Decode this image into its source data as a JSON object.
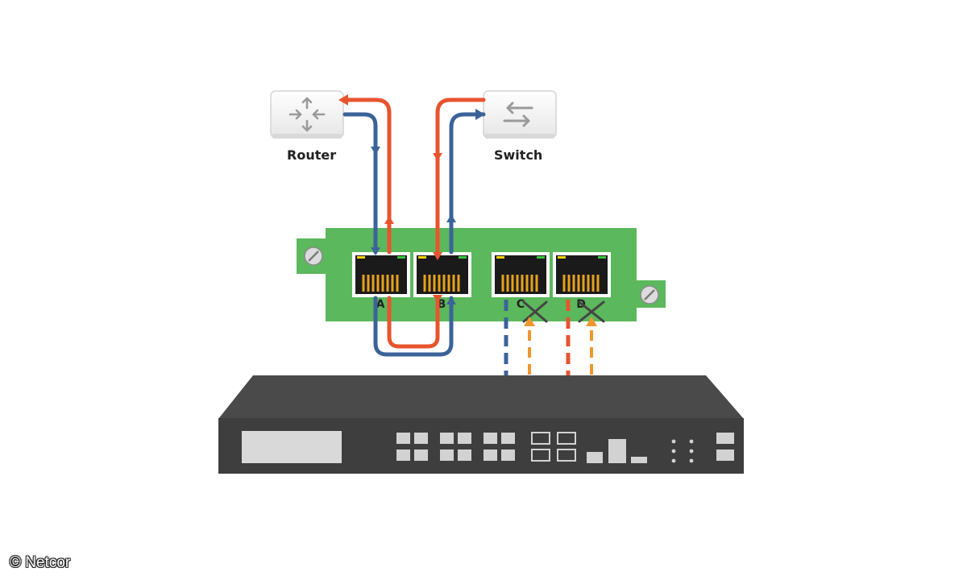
{
  "devices": {
    "router": {
      "label": "Router",
      "icon": "router-icon"
    },
    "switch": {
      "label": "Switch",
      "icon": "switch-icon"
    }
  },
  "bypass_card": {
    "ports": [
      "A",
      "B",
      "C",
      "D"
    ],
    "color": "#5cb85c"
  },
  "appliance": {
    "color": "#4a4a4a"
  },
  "colors": {
    "red_path": "#e8542e",
    "blue_path": "#3b6399",
    "orange_path": "#f0962e"
  },
  "footer": {
    "copyright": "© Netcor"
  }
}
